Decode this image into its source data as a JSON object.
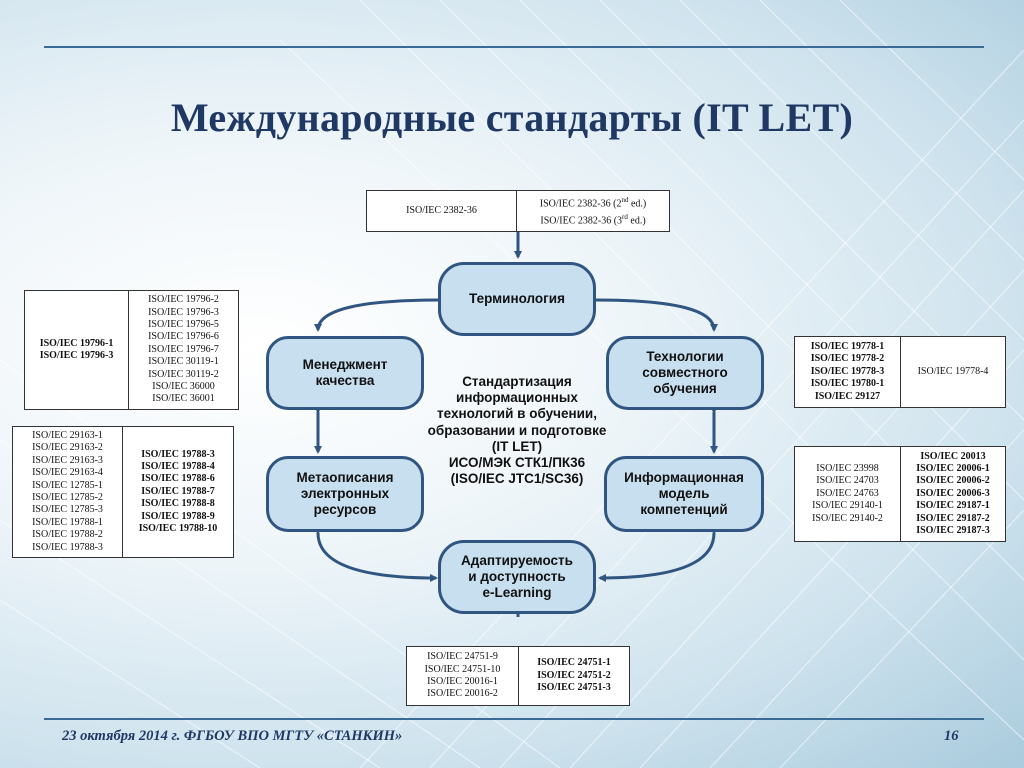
{
  "title": "Международные стандарты (IT LET)",
  "center_text": "Стандартизация\nинформационных\nтехнологий в обучении,\nобразовании и подготовке\n(IT LET)\nИСО/МЭК СТК1/ПК36\n(ISO/IEC JTC1/SC36)",
  "nodes": {
    "terminology": "Терминология",
    "quality": "Менеджмент\nкачества",
    "collaborative": "Технологии\nсовместного\nобучения",
    "metadata": "Метаописания\nэлектронных\nресурсов",
    "competency": "Информационная\nмодель\nкомпетенций",
    "adaptability": "Адаптируемость\nи доступность\ne-Learning"
  },
  "standards": {
    "top": {
      "left": [
        "ISO/IEC 2382-36"
      ],
      "right": [
        "ISO/IEC 2382-36 (2nd ed.)",
        "ISO/IEC 2382-36 (3rd ed.)"
      ]
    },
    "quality": {
      "left": [
        "ISO/IEC 19796-1",
        "ISO/IEC 19796-3"
      ],
      "right": [
        "ISO/IEC 19796-2",
        "ISO/IEC 19796-3",
        "ISO/IEC 19796-5",
        "ISO/IEC 19796-6",
        "ISO/IEC 19796-7",
        "ISO/IEC 30119-1",
        "ISO/IEC 30119-2",
        "ISO/IEC 36000",
        "ISO/IEC 36001"
      ]
    },
    "metadata": {
      "left": [
        "ISO/IEC 29163-1",
        "ISO/IEC 29163-2",
        "ISO/IEC 29163-3",
        "ISO/IEC 29163-4",
        "ISO/IEC 12785-1",
        "ISO/IEC 12785-2",
        "ISO/IEC 12785-3",
        "ISO/IEC 19788-1",
        "ISO/IEC 19788-2",
        "ISO/IEC 19788-3"
      ],
      "right": [
        "ISO/IEC 19788-3",
        "ISO/IEC 19788-4",
        "ISO/IEC 19788-6",
        "ISO/IEC 19788-7",
        "ISO/IEC 19788-8",
        "ISO/IEC 19788-9",
        "ISO/IEC 19788-10"
      ]
    },
    "collaborative": {
      "left": [
        "ISO/IEC 19778-1",
        "ISO/IEC 19778-2",
        "ISO/IEC 19778-3",
        "ISO/IEC 19780-1",
        "ISO/IEC 29127"
      ],
      "right": [
        "ISO/IEC 19778-4"
      ]
    },
    "competency": {
      "left": [
        "ISO/IEC 23998",
        "ISO/IEC 24703",
        "ISO/IEC 24763",
        "ISO/IEC 29140-1",
        "ISO/IEC 29140-2"
      ],
      "right": [
        "ISO/IEC 20013",
        "ISO/IEC 20006-1",
        "ISO/IEC 20006-2",
        "ISO/IEC 20006-3",
        "ISO/IEC 29187-1",
        "ISO/IEC 29187-2",
        "ISO/IEC 29187-3"
      ]
    },
    "adaptability": {
      "left": [
        "ISO/IEC 24751-9",
        "ISO/IEC 24751-10",
        "ISO/IEC 20016-1",
        "ISO/IEC 20016-2"
      ],
      "right": [
        "ISO/IEC 24751-1",
        "ISO/IEC 24751-2",
        "ISO/IEC 24751-3"
      ]
    }
  },
  "footer": {
    "text": "23 октября 2014 г. ФГБОУ ВПО МГТУ «СТАНКИН»",
    "page": "16"
  },
  "colors": {
    "title": "#1f3864",
    "node_fill": "#c8dff0",
    "node_border": "#2f5580",
    "arrow": "#2f5580",
    "rule": "#3a6a96"
  }
}
